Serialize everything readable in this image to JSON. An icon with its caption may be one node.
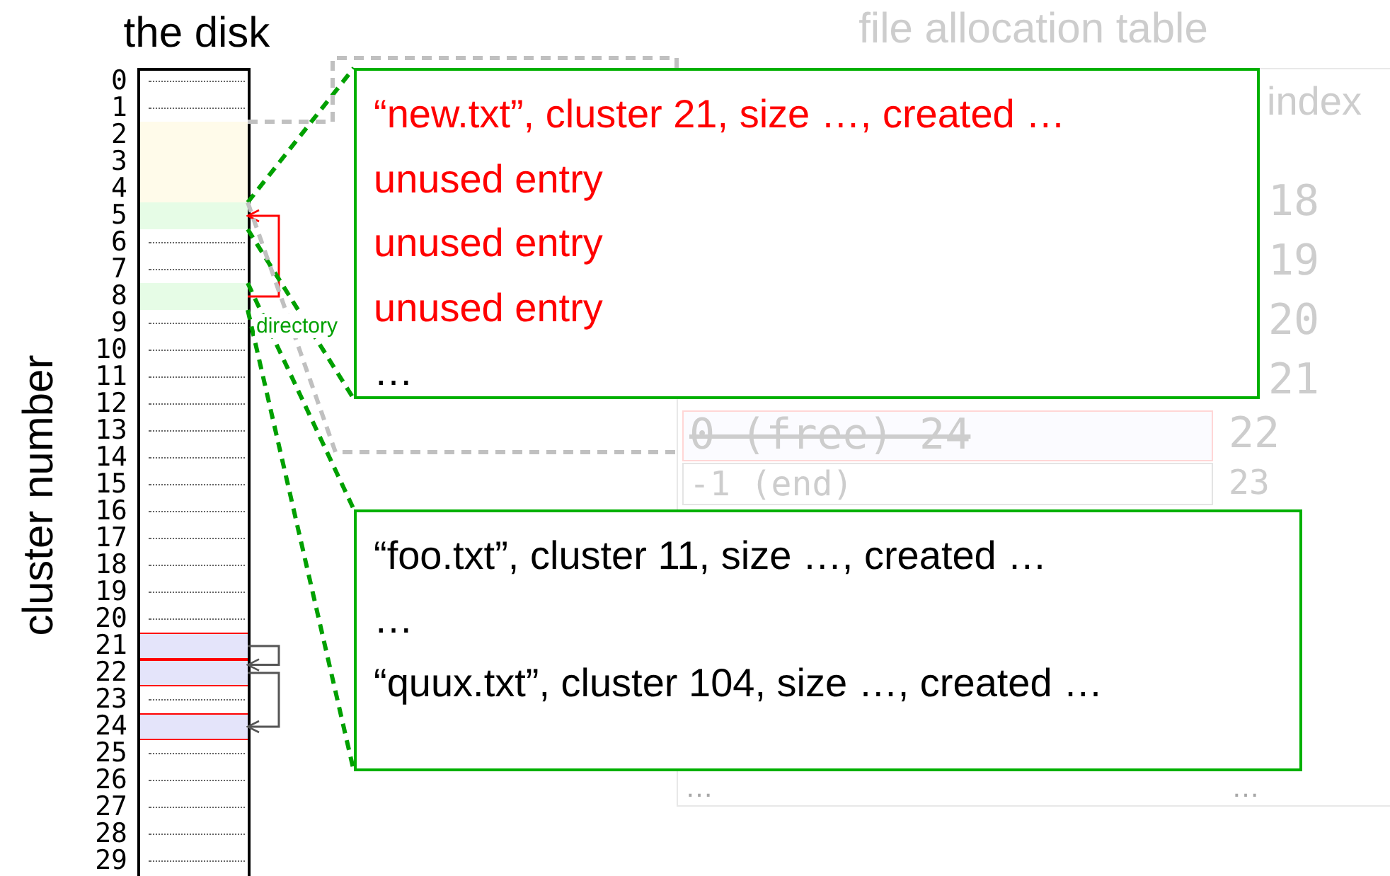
{
  "diagram": {
    "nodes": [
      {
        "text": [
          "the disk"
        ]
      },
      {
        "text": [],
        "shape": "bar",
        "in": 0
      },
      {
        "text": [],
        "shape": "bar",
        "in": 0
      },
      {
        "text": [],
        "shape": "bar",
        "in": 0
      },
      {
        "text": [],
        "shape": "bar",
        "in": 0
      },
      {
        "text": [],
        "shape": "bar",
        "in": 0
      },
      {
        "text": [],
        "shape": "bar",
        "in": 0
      },
      {
        "text": [
          "file allocation table",
          "index",
          "18",
          "19",
          "20",
          "21",
          "0 (free) 24",
          "22",
          "-1 (end)",
          "23",
          "…",
          "…"
        ]
      },
      {
        "text": [
          "“new.txt”, cluster 21, size …, created …",
          "unused entry",
          "unused entry",
          "unused entry",
          "…"
        ]
      },
      {
        "text": [
          "“foo.txt”, cluster 11, size …, created …",
          "…",
          "“quux.txt”, cluster 104, size …, created …"
        ]
      }
    ],
    "edges": [
      {
        "from": 3,
        "to": 2,
        "arrow": "to",
        "color": "#ff0000"
      },
      {
        "from": 4,
        "to": 5,
        "arrow": "to",
        "color": "#555555"
      },
      {
        "from": 5,
        "to": 6,
        "arrow": "to",
        "color": "#555555"
      },
      {
        "from": 2,
        "to": 8,
        "arrow": "none",
        "style": "dashed",
        "color": "#00a000"
      },
      {
        "from": 2,
        "to": 8,
        "arrow": "none",
        "style": "dashed",
        "color": "#00a000"
      },
      {
        "from": 3,
        "to": 9,
        "arrow": "none",
        "style": "dashed",
        "color": "#00a000"
      },
      {
        "from": 3,
        "to": 9,
        "arrow": "none",
        "style": "dashed",
        "color": "#00a000"
      },
      {
        "from": 1,
        "to": 7,
        "arrow": "none",
        "style": "dashed",
        "color": "#c0c0c0"
      },
      {
        "from": 1,
        "to": 7,
        "arrow": "none",
        "style": "dashed",
        "color": "#c0c0c0"
      }
    ],
    "labels": [
      "0",
      "1",
      "2",
      "3",
      "4",
      "5",
      "6",
      "7",
      "8",
      "9",
      "10",
      "11",
      "12",
      "13",
      "14",
      "15",
      "16",
      "17",
      "18",
      "19",
      "20",
      "21",
      "22",
      "23",
      "24",
      "25",
      "26",
      "27",
      "28",
      "29",
      "cluster number",
      "directory"
    ]
  }
}
